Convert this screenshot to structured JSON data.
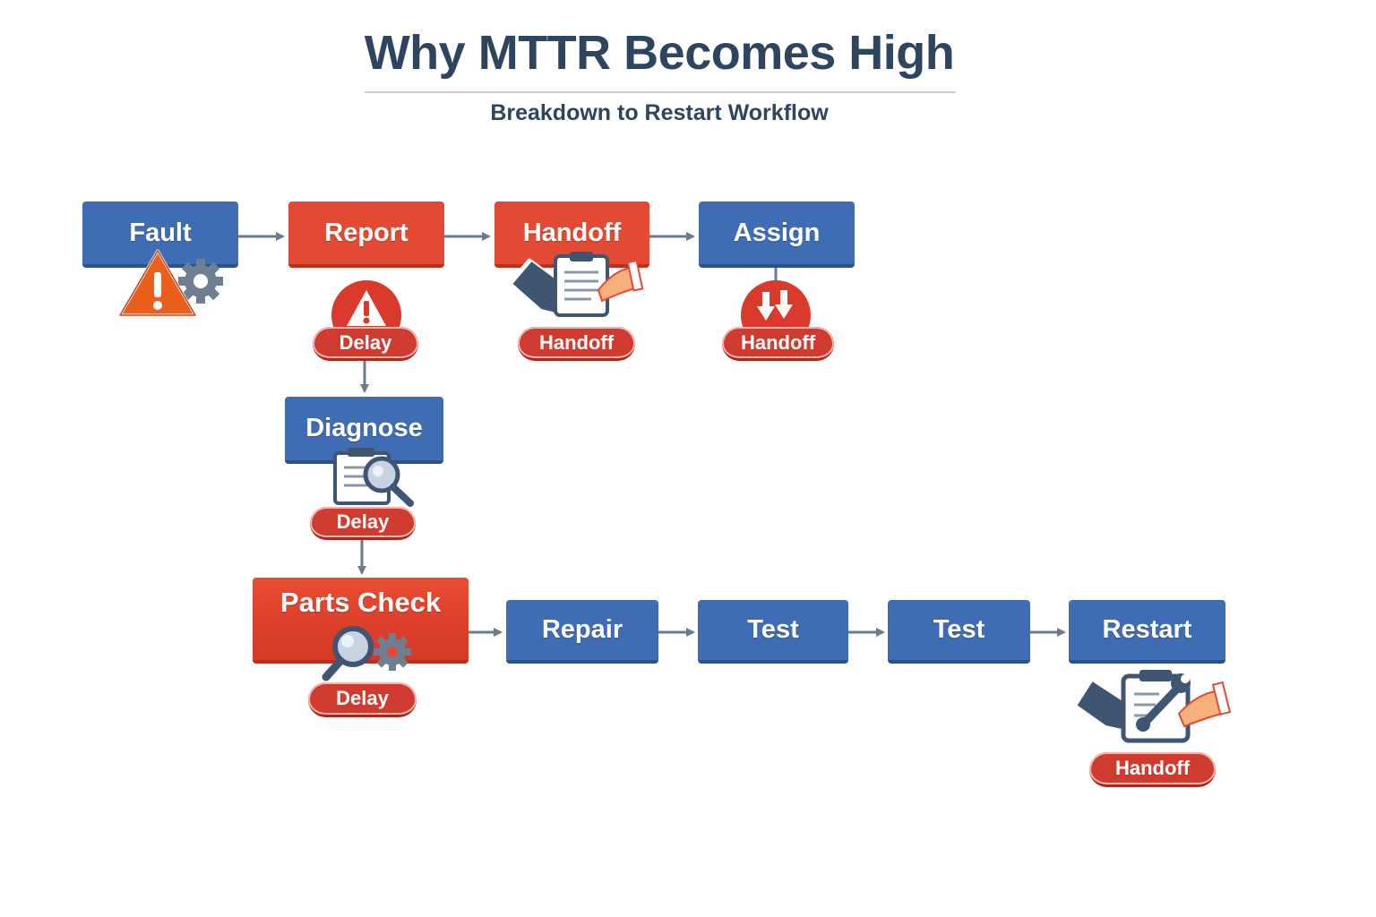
{
  "title": "Why MTTR Becomes High",
  "subtitle": "Breakdown to Restart Workflow",
  "nodes": {
    "fault": "Fault",
    "report": "Report",
    "handoff": "Handoff",
    "assign": "Assign",
    "diagnose": "Diagnose",
    "parts_check": "Parts Check",
    "repair": "Repair",
    "test_1": "Test",
    "test_2": "Test",
    "restart": "Restart"
  },
  "badges": {
    "report": "Delay",
    "handoff": "Handoff",
    "assign": "Handoff",
    "diagnose": "Delay",
    "parts_check": "Delay",
    "restart": "Handoff"
  },
  "icons": {
    "fault": [
      "warning-icon",
      "gear-icon"
    ],
    "report": "warning-icon",
    "handoff": "handoff-clipboard-icon",
    "assign": "down-arrows-icon",
    "diagnose": "document-magnifier-icon",
    "parts_check": [
      "magnifier-icon",
      "gear-icon"
    ],
    "restart": "handoff-wrench-clipboard-icon"
  },
  "colors": {
    "step_blue": "#3f6db4",
    "step_red": "#e34a33",
    "badge_red": "#cf3b2f",
    "title": "#2e4560",
    "arrow": "#6b7a8c"
  }
}
